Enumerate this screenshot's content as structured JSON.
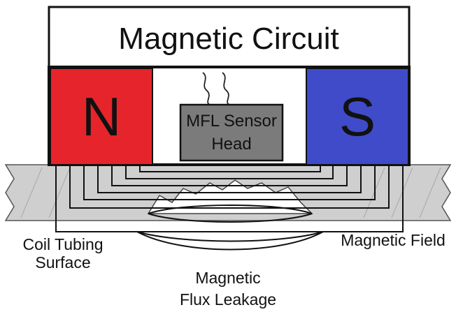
{
  "title": "Magnetic Circuit",
  "north_pole": {
    "label": "N",
    "color": "#e5252b"
  },
  "south_pole": {
    "label": "S",
    "color": "#3f4bc9"
  },
  "sensor": {
    "line1": "MFL Sensor",
    "line2": "Head",
    "color": "#7b7b7b"
  },
  "tubing_color": "#cfcfcf",
  "labels": {
    "coil_tubing_line1": "Coil Tubing",
    "coil_tubing_line2": "Surface",
    "magnetic_field": "Magnetic Field",
    "flux_leakage_line1": "Magnetic",
    "flux_leakage_line2": "Flux Leakage"
  }
}
